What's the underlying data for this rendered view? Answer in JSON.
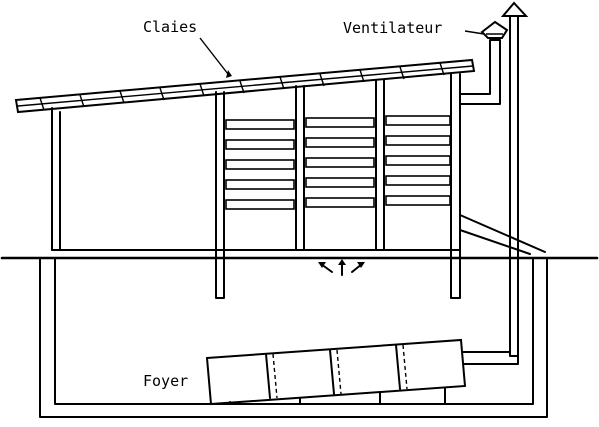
{
  "labels": {
    "claies": "Claies",
    "ventilateur": "Ventilateur",
    "foyer": "Foyer"
  },
  "colors": {
    "line": "#000000",
    "background": "#ffffff"
  }
}
